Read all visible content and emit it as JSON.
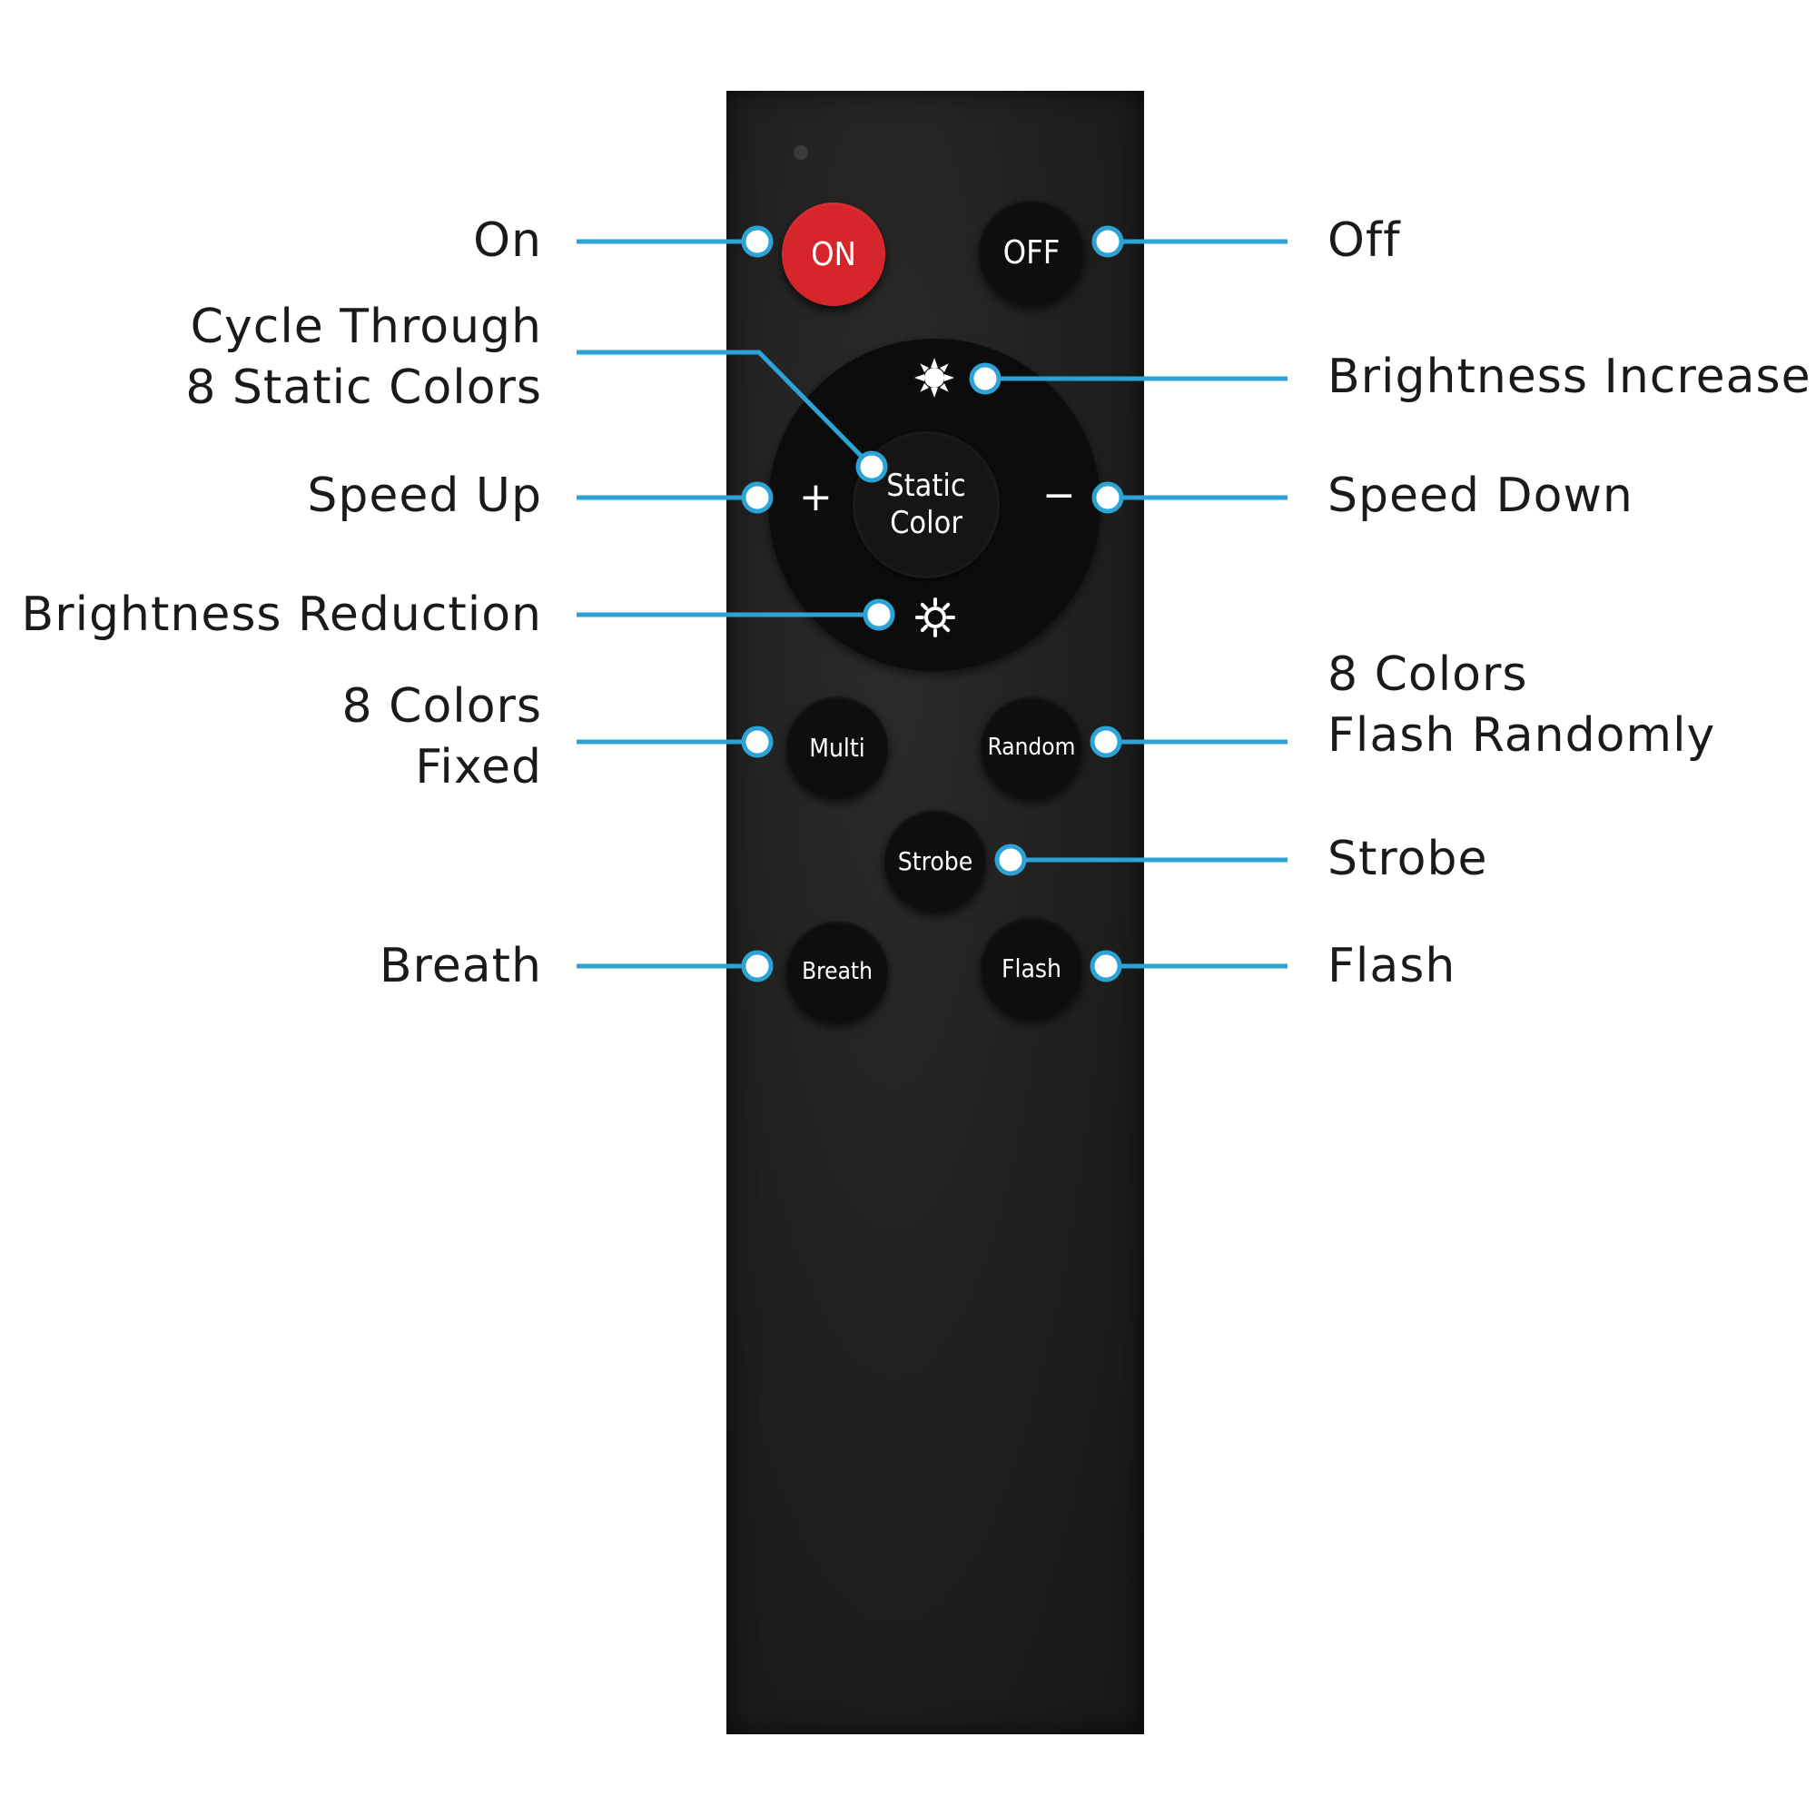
{
  "remote": {
    "buttons": {
      "on": "ON",
      "off": "OFF",
      "static_line1": "Static",
      "static_line2": "Color",
      "plus": "+",
      "minus": "−",
      "multi": "Multi",
      "random": "Random",
      "strobe": "Strobe",
      "breath": "Breath",
      "flash": "Flash"
    }
  },
  "callouts": {
    "on": "On",
    "off": "Off",
    "cycle_line1": "Cycle Through",
    "cycle_line2": "8 Static Colors",
    "brightness_increase": "Brightness Increase",
    "speed_up": "Speed Up",
    "speed_down": "Speed Down",
    "brightness_reduction": "Brightness Reduction",
    "fixed_line1": "8 Colors",
    "fixed_line2": "Fixed",
    "random_line1": "8 Colors",
    "random_line2": "Flash Randomly",
    "strobe": "Strobe",
    "breath": "Breath",
    "flash": "Flash"
  },
  "colors": {
    "callout_line": "#2ba3d6",
    "on_button": "#d7262b",
    "remote_body": "#1f1f1f"
  }
}
